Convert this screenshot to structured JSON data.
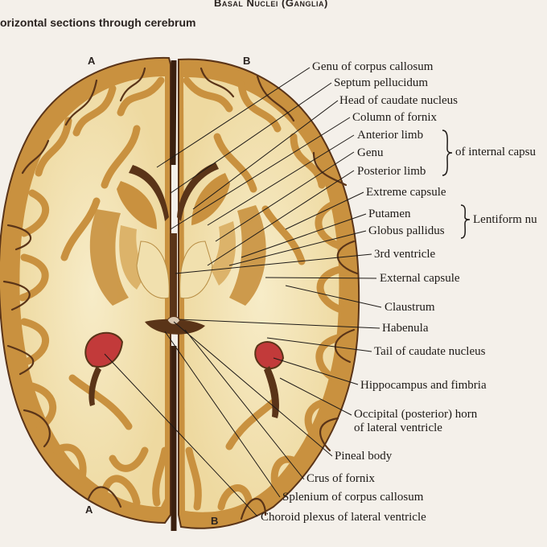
{
  "header": {
    "title": "Basal Nuclei (Ganglia)",
    "subtitle": "orizontal sections through cerebrum"
  },
  "sections": {
    "a_top": "A",
    "b_top": "B",
    "a_bottom": "A",
    "b_bottom": "B"
  },
  "labels": [
    "Genu of corpus callosum",
    "Septum pellucidum",
    "Head of caudate nucleus",
    "Column of fornix",
    "Anterior limb",
    "Genu",
    "Posterior limb",
    "Extreme capsule",
    "Putamen",
    "Globus pallidus",
    "3rd ventricle",
    "External capsule",
    "Claustrum",
    "Habenula",
    "Tail of caudate nucleus",
    "Hippocampus and fimbria",
    "Occipital (posterior) horn",
    "of lateral ventricle",
    "Pineal body",
    "Crus of fornix",
    "Splenium of corpus callosum",
    "Choroid plexus of lateral ventricle"
  ],
  "groups": {
    "internal_capsule": "of internal capsu",
    "lentiform": "Lentiform nu"
  },
  "colors": {
    "white_matter": "#f3e3b4",
    "gray_matter": "#c9913f",
    "sulcus": "#5a3418",
    "fissure": "#3b2010",
    "choroid": "#c23a3a",
    "leader": "#1e1a17"
  }
}
